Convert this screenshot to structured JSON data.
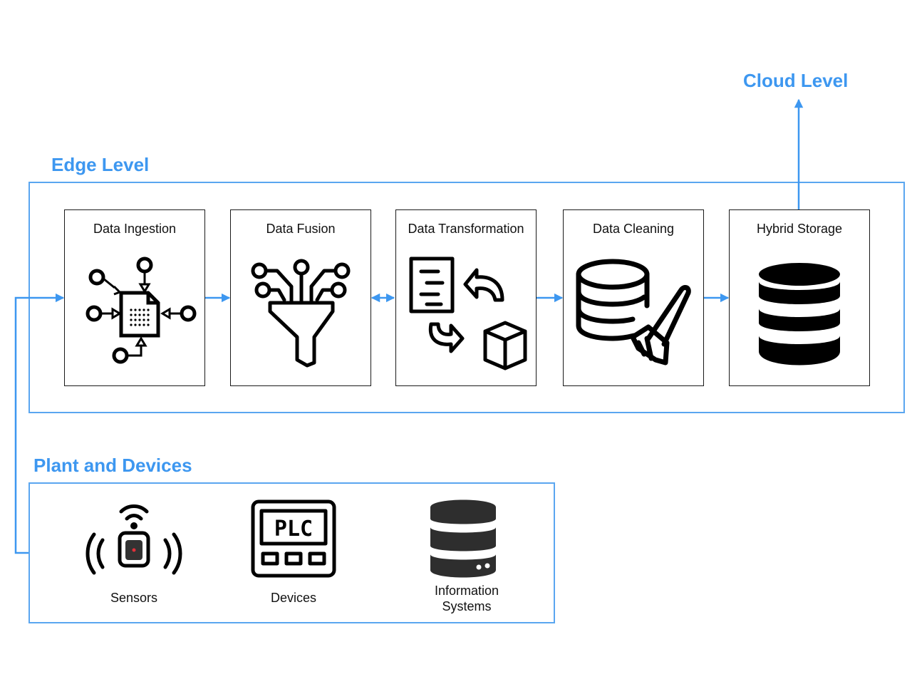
{
  "titles": {
    "cloud": "Cloud Level",
    "edge": "Edge Level",
    "plant": "Plant and Devices"
  },
  "stages": [
    {
      "label": "Data Ingestion",
      "icon": "data-ingestion-icon"
    },
    {
      "label": "Data Fusion",
      "icon": "funnel-icon"
    },
    {
      "label": "Data Transformation",
      "icon": "data-transformation-icon"
    },
    {
      "label": "Data Cleaning",
      "icon": "database-broom-icon"
    },
    {
      "label": "Hybrid Storage",
      "icon": "database-icon"
    }
  ],
  "devices": [
    {
      "label": "Sensors",
      "icon": "sensor-icon"
    },
    {
      "label": "Devices",
      "icon": "plc-icon"
    },
    {
      "label": "Information\nSystems",
      "icon": "server-database-icon"
    }
  ],
  "plc_text": "PLC",
  "colors": {
    "accent": "#3d97f0",
    "frame": "#5aa6f0",
    "ink": "#000000",
    "server": "#2e2e2e"
  }
}
